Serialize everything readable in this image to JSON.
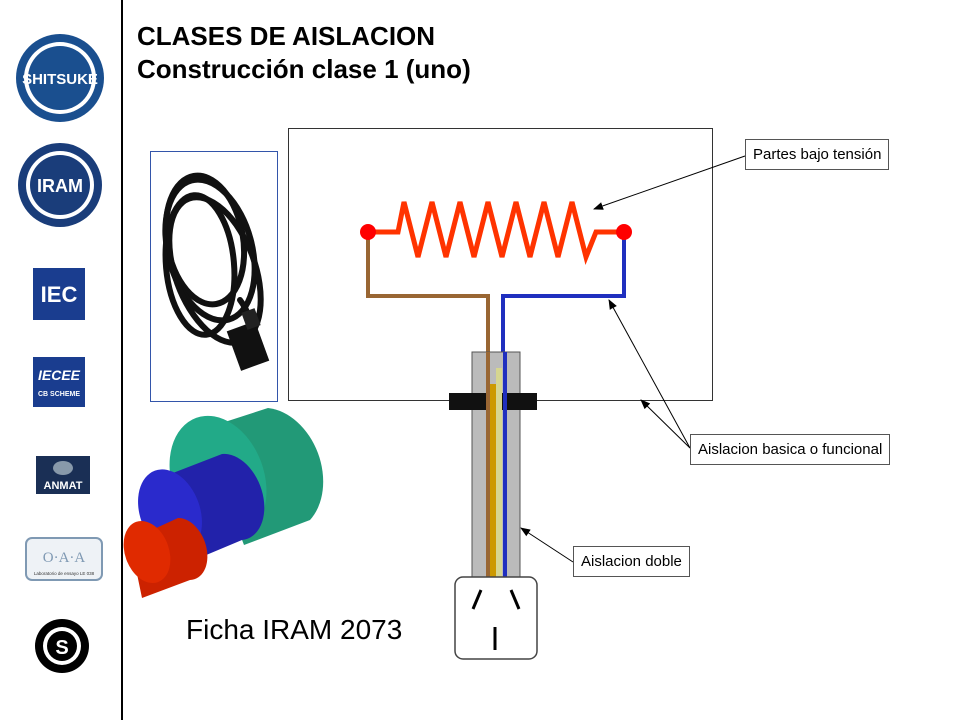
{
  "title": {
    "line1": "CLASES DE AISLACION",
    "line2": "Construcción clase 1 (uno)"
  },
  "sidebar": {
    "logos": [
      {
        "name": "shitsuke-logo",
        "text": "SHITSUKE"
      },
      {
        "name": "iram-logo",
        "text": "IRAM"
      },
      {
        "name": "iec-logo",
        "text": "IEC"
      },
      {
        "name": "iecee-logo",
        "text": "IECEE",
        "subtext": "CB SCHEME"
      },
      {
        "name": "anmat-logo",
        "text": "ANMAT"
      },
      {
        "name": "oaa-logo",
        "text": "O·A·A",
        "subtext": "Laboratorio de ensayo LE 038"
      },
      {
        "name": "s-mark-logo",
        "text": "S"
      }
    ]
  },
  "callouts": {
    "live_parts": "Partes bajo tensión",
    "basic_insulation": "Aislacion basica o funcional",
    "double_insulation": "Aislacion doble"
  },
  "plug_caption": "Ficha IRAM 2073",
  "colors": {
    "resistor": "#ff3300",
    "terminal": "#ff0000",
    "brown_wire": "#996633",
    "blue_wire": "#1f2fbf",
    "cable_inner_green": "#cc9900",
    "cable_inner_yellow": "#d6d690",
    "sheath": "#bbbbbb",
    "cyl_outer": "#229977",
    "cyl_mid": "#2222aa",
    "cyl_core": "#cc2200"
  }
}
